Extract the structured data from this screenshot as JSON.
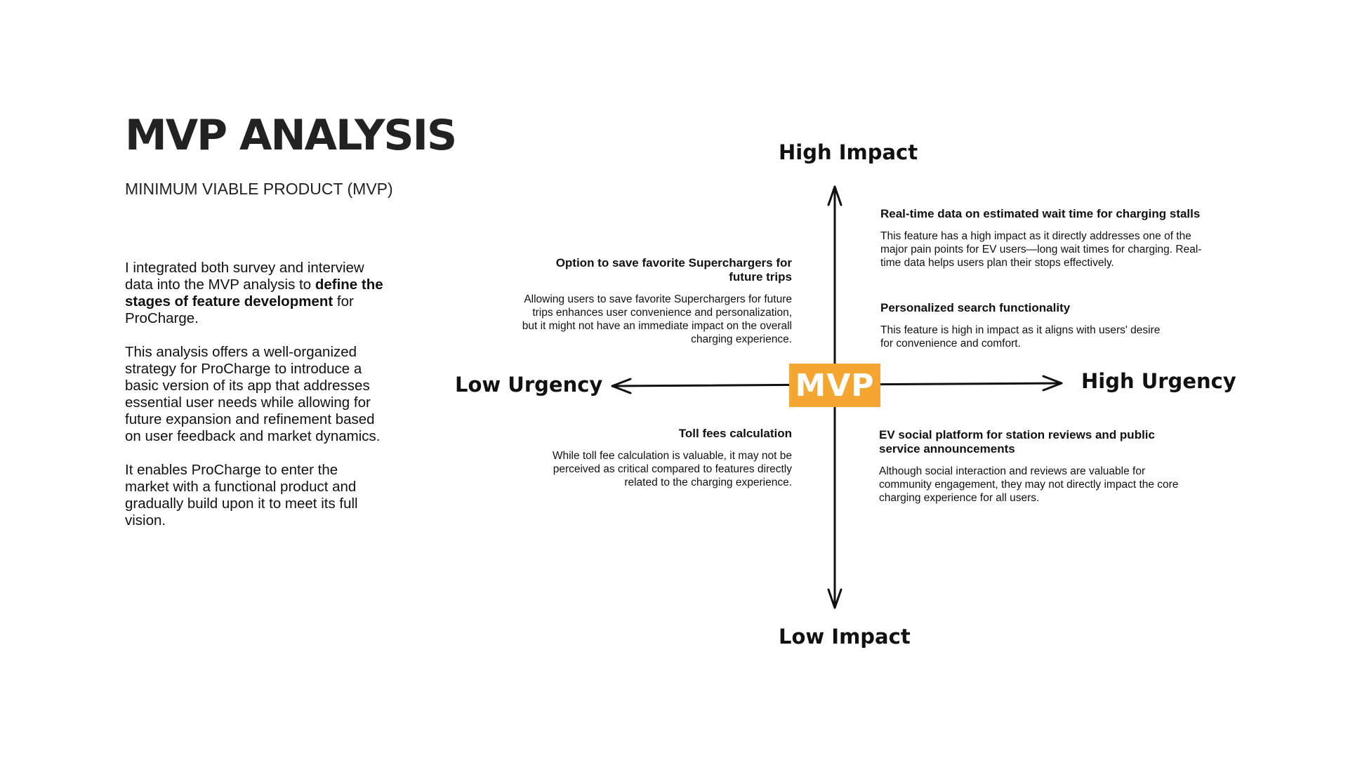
{
  "header": {
    "title": "MVP ANALYSIS",
    "subtitle": "MINIMUM VIABLE PRODUCT (MVP)"
  },
  "intro": {
    "p1_a": "I integrated both survey and interview data into the MVP analysis to ",
    "p1_bold": "define the stages of feature development",
    "p1_b": " for ProCharge.",
    "p2": "This analysis offers a well-organized strategy for ProCharge to introduce a basic version of its app that addresses essential user needs while allowing for future expansion and refinement based on user feedback and market dynamics.",
    "p3": "It enables ProCharge to enter the market with a functional product and gradually build upon it to meet its full vision."
  },
  "axes": {
    "high_impact": "High Impact",
    "low_impact": "Low Impact",
    "low_urgency": "Low Urgency",
    "high_urgency": "High Urgency",
    "center": "MVP",
    "center_color": "#f5a631"
  },
  "features": {
    "realtime": {
      "title": "Real-time data on estimated wait time for charging stalls",
      "desc": "This feature has a high impact as it directly addresses one of the major pain points for EV users—long wait times for charging. Real-time data helps users plan their stops effectively."
    },
    "personalized": {
      "title": "Personalized search functionality",
      "desc": "This feature is high in impact as it aligns with users' desire for convenience and comfort."
    },
    "favorite": {
      "title": "Option to save favorite Superchargers for future trips",
      "desc": "Allowing users to save favorite Superchargers for future trips enhances user convenience and personalization, but it might not have an immediate impact on the overall charging experience."
    },
    "toll": {
      "title": "Toll fees calculation",
      "desc": "While toll fee calculation is valuable, it may not be perceived as critical compared to features directly related to the charging experience."
    },
    "social": {
      "title": "EV social platform for station reviews and public service announcements",
      "desc": "Although social interaction and reviews are valuable for community engagement, they may not directly impact the core charging experience for all users."
    }
  }
}
